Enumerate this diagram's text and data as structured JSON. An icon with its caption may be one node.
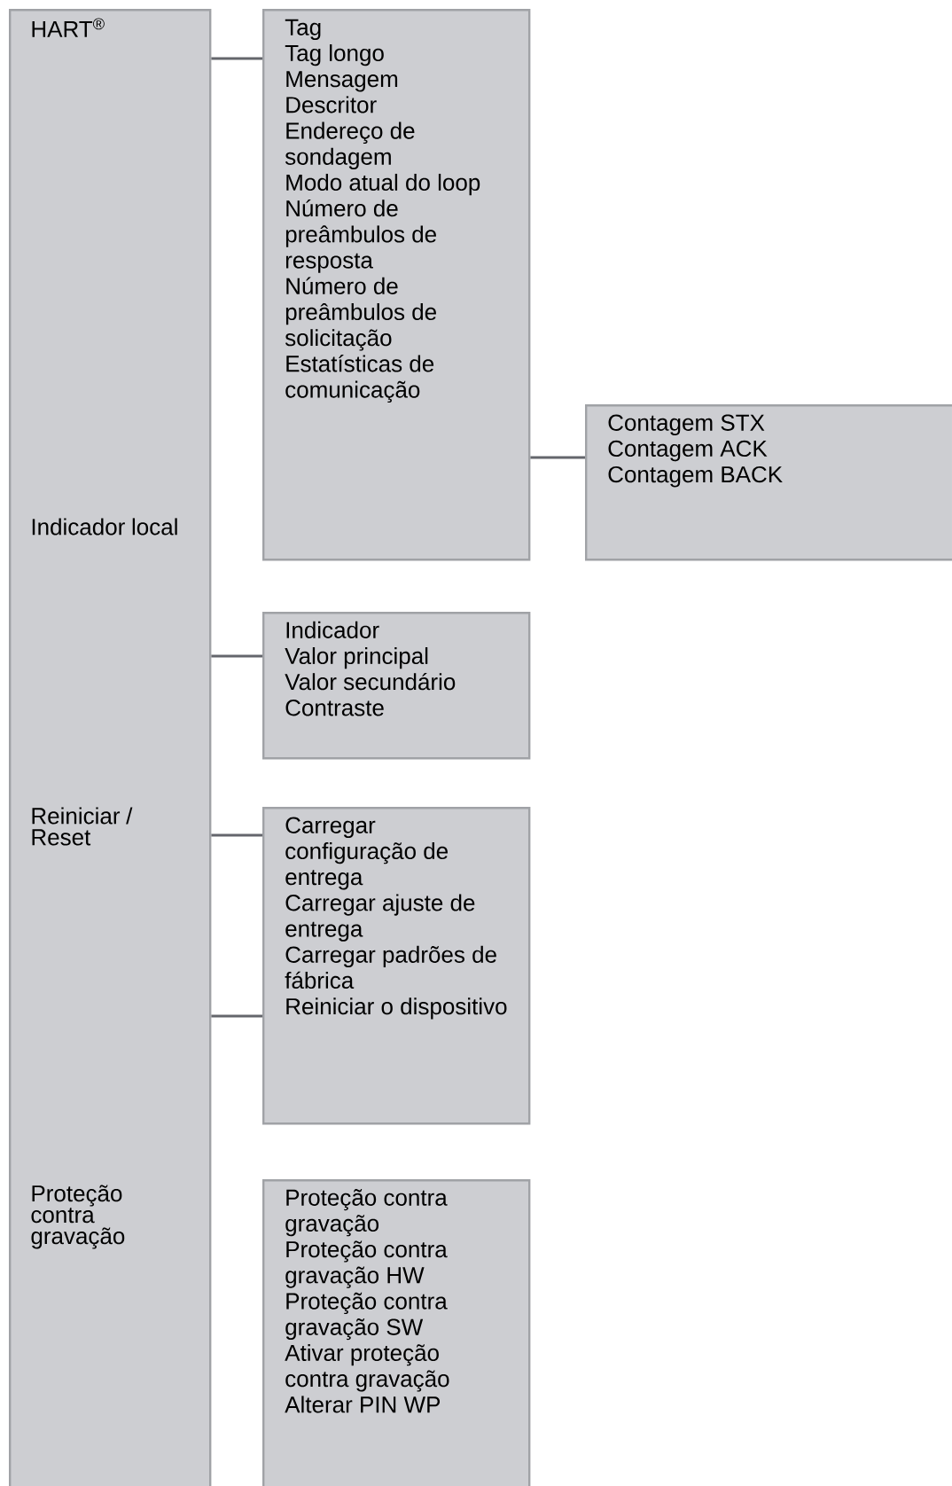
{
  "diagram": {
    "nodes": [
      {
        "text": [
          "HART$^{®}$",
          "Indicador local",
          "Reiniciar / Reset",
          "Proteção contra gravação"
        ]
      },
      {
        "text": [
          "Tag",
          "Tag longo",
          "Mensagem",
          "Descritor",
          "Endereço de sondagem",
          "Modo atual do loop",
          "Número de preâmbulos de resposta",
          "Número de preâmbulos de solicitação",
          "Estatísticas de comunicação"
        ]
      },
      {
        "text": [
          "Contagem STX",
          "Contagem ACK",
          "Contagem BACK"
        ]
      },
      {
        "text": [
          "Indicador",
          "Valor principal",
          "Valor secundário",
          "Contraste"
        ]
      },
      {
        "text": [
          "Carregar configuração de entrega",
          "Carregar ajuste de entrega",
          "Carregar padrões de fábrica",
          "Reiniciar o dispositivo"
        ]
      },
      {
        "text": [
          "Proteção contra gravação",
          "Proteção contra gravação HW",
          "Proteção contra gravação SW",
          "Ativar proteção contra gravação",
          "Alterar PIN WP"
        ]
      }
    ],
    "edges": [
      {
        "from": 0,
        "to": 1,
        "arrow": "none"
      },
      {
        "from": 1,
        "to": 2,
        "arrow": "none"
      },
      {
        "from": 0,
        "to": 3,
        "arrow": "none"
      },
      {
        "from": 0,
        "to": 4,
        "arrow": "none"
      },
      {
        "from": 0,
        "to": 4,
        "arrow": "none"
      }
    ]
  }
}
